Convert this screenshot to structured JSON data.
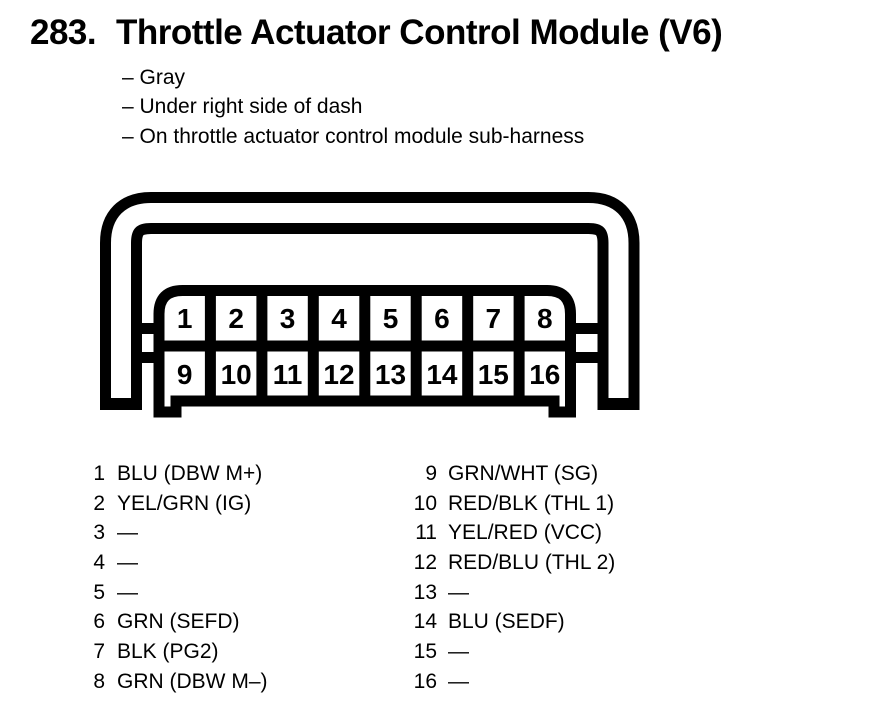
{
  "colors": {
    "ink": "#000000",
    "paper": "#ffffff"
  },
  "header": {
    "number": "283.",
    "title": "Throttle Actuator Control Module (V6)"
  },
  "notes": [
    "– Gray",
    "– Under right side of dash",
    "– On throttle actuator control module sub-harness"
  ],
  "connector": {
    "description": "16-pin connector, front view, two rows",
    "top_row": [
      "1",
      "2",
      "3",
      "4",
      "5",
      "6",
      "7",
      "8"
    ],
    "bottom_row": [
      "9",
      "10",
      "11",
      "12",
      "13",
      "14",
      "15",
      "16"
    ]
  },
  "pinout": {
    "left": [
      {
        "pin": "1",
        "label": "BLU (DBW M+)"
      },
      {
        "pin": "2",
        "label": "YEL/GRN (IG)"
      },
      {
        "pin": "3",
        "label": "—"
      },
      {
        "pin": "4",
        "label": "—"
      },
      {
        "pin": "5",
        "label": "—"
      },
      {
        "pin": "6",
        "label": "GRN (SEFD)"
      },
      {
        "pin": "7",
        "label": "BLK (PG2)"
      },
      {
        "pin": "8",
        "label": "GRN (DBW M–)"
      }
    ],
    "right": [
      {
        "pin": "9",
        "label": "GRN/WHT (SG)"
      },
      {
        "pin": "10",
        "label": "RED/BLK (THL 1)"
      },
      {
        "pin": "11",
        "label": "YEL/RED (VCC)"
      },
      {
        "pin": "12",
        "label": "RED/BLU (THL 2)"
      },
      {
        "pin": "13",
        "label": "—"
      },
      {
        "pin": "14",
        "label": "BLU (SEDF)"
      },
      {
        "pin": "15",
        "label": "—"
      },
      {
        "pin": "16",
        "label": "—"
      }
    ]
  }
}
